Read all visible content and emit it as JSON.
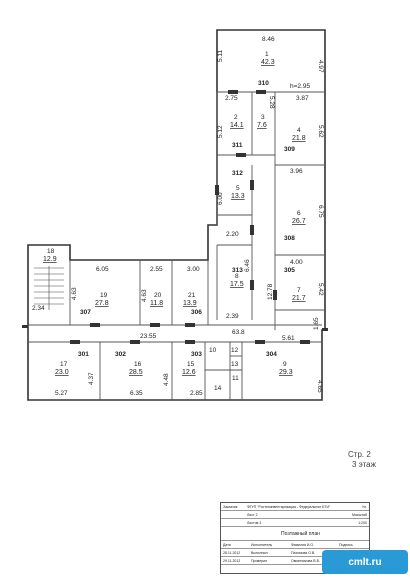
{
  "plan": {
    "dimensions": [
      {
        "id": "d1",
        "text": "8.46"
      },
      {
        "id": "d2",
        "text": "5.11"
      },
      {
        "id": "d3",
        "text": "4.97"
      },
      {
        "id": "d4",
        "text": "h=2.95"
      },
      {
        "id": "d5",
        "text": "2.75"
      },
      {
        "id": "d6",
        "text": "5.28"
      },
      {
        "id": "d7",
        "text": "3.87"
      },
      {
        "id": "d8",
        "text": "5.12"
      },
      {
        "id": "d9",
        "text": "5.62"
      },
      {
        "id": "d10",
        "text": "6.00"
      },
      {
        "id": "d11",
        "text": "3.96"
      },
      {
        "id": "d12",
        "text": "6.75"
      },
      {
        "id": "d13",
        "text": "2.20"
      },
      {
        "id": "d14",
        "text": "4.00"
      },
      {
        "id": "d15",
        "text": "6.46"
      },
      {
        "id": "d16",
        "text": "12.78"
      },
      {
        "id": "d17",
        "text": "5.42"
      },
      {
        "id": "d18",
        "text": "2.39"
      },
      {
        "id": "d19",
        "text": "6.05"
      },
      {
        "id": "d20",
        "text": "2.55"
      },
      {
        "id": "d21",
        "text": "3.00"
      },
      {
        "id": "d22",
        "text": "4.63"
      },
      {
        "id": "d23",
        "text": "4.63"
      },
      {
        "id": "d24",
        "text": "2.34"
      },
      {
        "id": "d25",
        "text": "23.55"
      },
      {
        "id": "d26",
        "text": "63.8"
      },
      {
        "id": "d27",
        "text": "5.61"
      },
      {
        "id": "d28",
        "text": "1.65"
      },
      {
        "id": "d29",
        "text": "4.37"
      },
      {
        "id": "d30",
        "text": "4.48"
      },
      {
        "id": "d31",
        "text": "4.65"
      },
      {
        "id": "d32",
        "text": "5.27"
      },
      {
        "id": "d33",
        "text": "6.35"
      },
      {
        "id": "d34",
        "text": "2.85"
      }
    ],
    "rooms": [
      {
        "id": "r1",
        "num": "1",
        "area": "42.3"
      },
      {
        "id": "r2",
        "num": "2",
        "area": "14.1"
      },
      {
        "id": "r3",
        "num": "3",
        "area": "7.6"
      },
      {
        "id": "r4",
        "num": "4",
        "area": "21.8"
      },
      {
        "id": "r5",
        "num": "5",
        "area": "13.3"
      },
      {
        "id": "r6",
        "num": "6",
        "area": "26.7"
      },
      {
        "id": "r7",
        "num": "7",
        "area": "21.7"
      },
      {
        "id": "r8",
        "num": "8",
        "area": "17.5"
      },
      {
        "id": "r9",
        "num": "9",
        "area": "29.3"
      },
      {
        "id": "r10",
        "num": "10",
        "area": ""
      },
      {
        "id": "r11",
        "num": "11",
        "area": ""
      },
      {
        "id": "r12",
        "num": "12",
        "area": ""
      },
      {
        "id": "r13",
        "num": "13",
        "area": ""
      },
      {
        "id": "r14",
        "num": "14",
        "area": ""
      },
      {
        "id": "r15",
        "num": "15",
        "area": "12.6"
      },
      {
        "id": "r16",
        "num": "16",
        "area": "28.5"
      },
      {
        "id": "r17",
        "num": "17",
        "area": "23.0"
      },
      {
        "id": "r18",
        "num": "18",
        "area": "12.9"
      },
      {
        "id": "r19",
        "num": "19",
        "area": "27.8"
      },
      {
        "id": "r20",
        "num": "20",
        "area": "11.8"
      },
      {
        "id": "r21",
        "num": "21",
        "area": "13.9"
      }
    ],
    "labels": [
      {
        "id": "l310",
        "text": "310"
      },
      {
        "id": "l311",
        "text": "311"
      },
      {
        "id": "l309",
        "text": "309"
      },
      {
        "id": "l312",
        "text": "312"
      },
      {
        "id": "l308",
        "text": "308"
      },
      {
        "id": "l313",
        "text": "313"
      },
      {
        "id": "l305",
        "text": "305"
      },
      {
        "id": "l307",
        "text": "307"
      },
      {
        "id": "l306",
        "text": "306"
      },
      {
        "id": "l301",
        "text": "301"
      },
      {
        "id": "l302",
        "text": "302"
      },
      {
        "id": "l303",
        "text": "303"
      },
      {
        "id": "l304",
        "text": "304"
      }
    ]
  },
  "caption": {
    "page": "Стр. 2",
    "floor": "3 этаж"
  },
  "stamp": {
    "row1_left": "Заказчик",
    "row1_mid": "ФГУП \"Ростехинвентаризация - Федеральное БТИ\"",
    "row1_right": "Ул.",
    "row2_left": "Лист 2",
    "row2_right": "Масштаб",
    "row3_left": "Листов 3",
    "row3_right": "1:200",
    "title": "Поэтажный план",
    "h_date": "Дата",
    "h_role": "Исполнитель",
    "h_name": "Фамилия И.О.",
    "h_sign": "Подпись",
    "r1_date": "28.11.2012",
    "r1_role": "Выполнил",
    "r1_name": "Пахомова О.В.",
    "r2_date": "29.11.2012",
    "r2_role": "Проверил",
    "r2_name": "Овсянникова В.В."
  },
  "watermark": {
    "text": "cmlt.ru"
  }
}
